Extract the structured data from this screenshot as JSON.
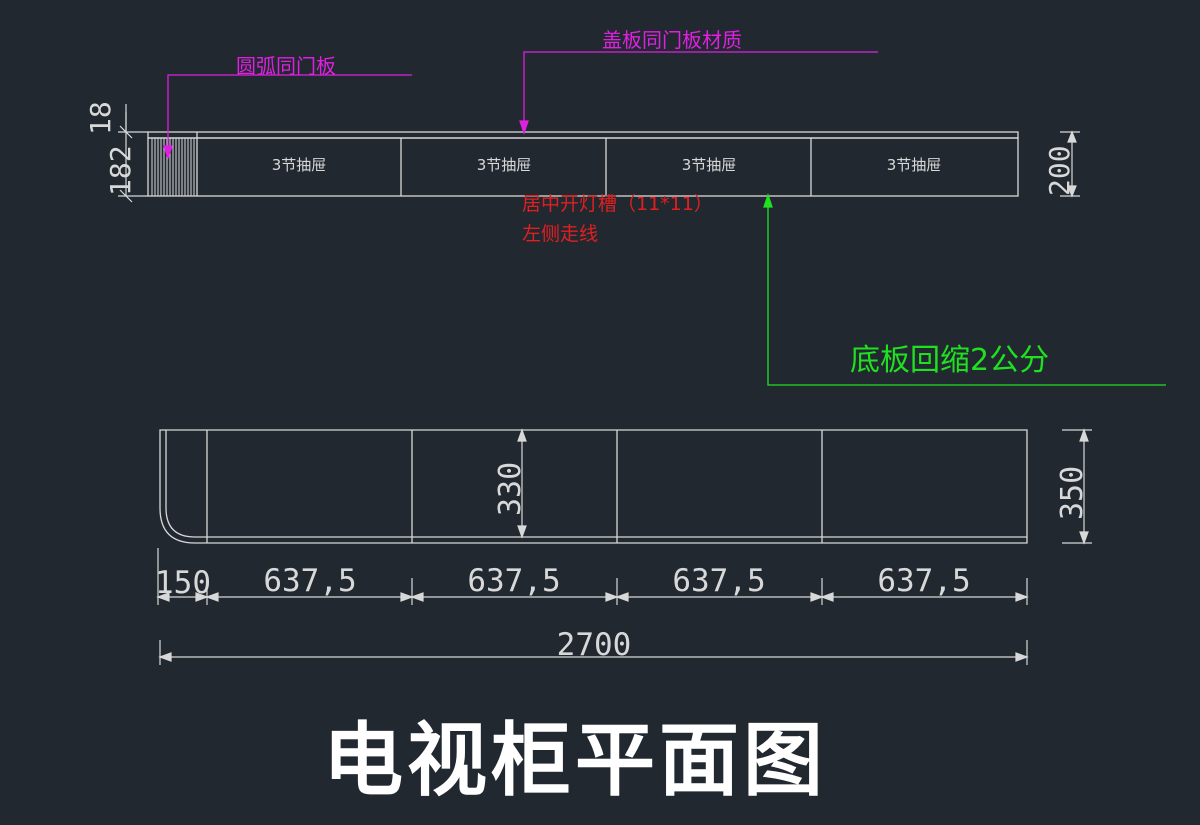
{
  "colors": {
    "background": "#212830",
    "geometry": "#d8d8d8",
    "callout_magenta": "#e020e0",
    "note_red": "#e02020",
    "note_green": "#20e020",
    "title": "#ffffff"
  },
  "callouts": {
    "arc_door": "圆弧同门板",
    "cover_material": "盖板同门板材质",
    "light_slot": "居中开灯槽（11*11）",
    "wiring_left": "左侧走线",
    "base_recess": "底板回缩2公分"
  },
  "top_view": {
    "drawer_labels": [
      "3节抽屉",
      "3节抽屉",
      "3节抽屉",
      "3节抽屉"
    ],
    "dim_top_thickness": "18",
    "dim_left_height": "182",
    "dim_right_height": "200"
  },
  "plan_view": {
    "dim_inner_depth": "330",
    "dim_total_depth": "350",
    "dim_left_segment": "150",
    "dim_segments": [
      "637,5",
      "637,5",
      "637,5",
      "637,5"
    ],
    "dim_total_length": "2700"
  },
  "title": "电视柜平面图"
}
